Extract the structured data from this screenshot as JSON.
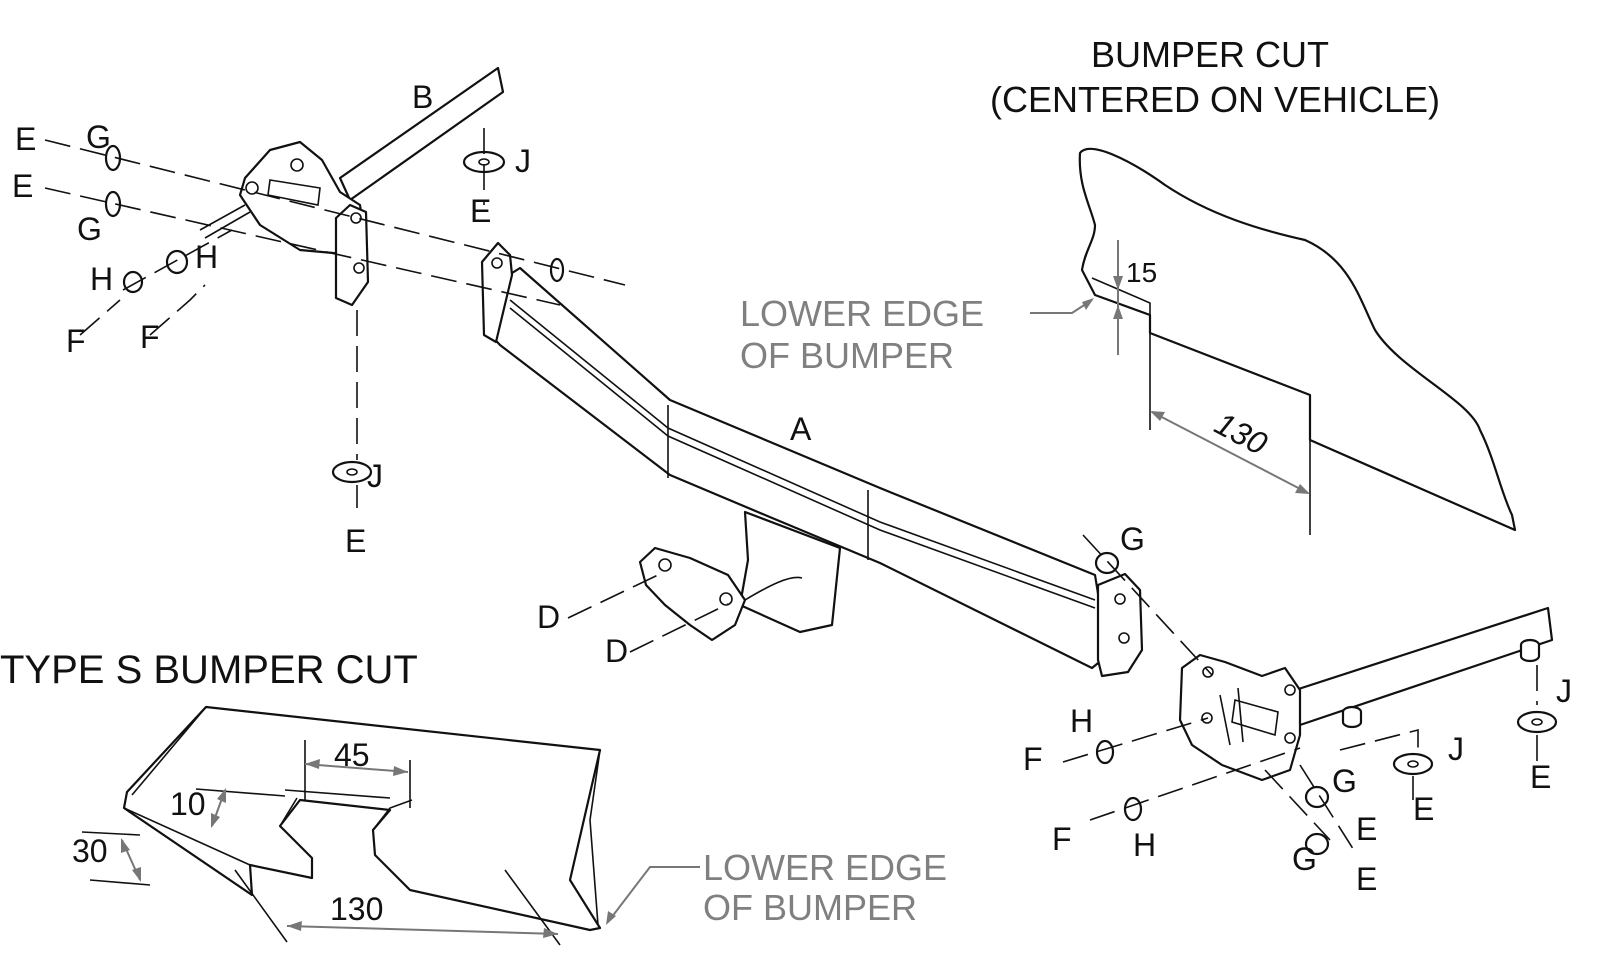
{
  "labels": {
    "A": "A",
    "B": "B",
    "D": "D",
    "E": "E",
    "F": "F",
    "G": "G",
    "H": "H",
    "J": "J"
  },
  "bumper_cut": {
    "title_line1": "BUMPER CUT",
    "title_line2": "(CENTERED ON VEHICLE)",
    "lower_edge_line1": "LOWER EDGE",
    "lower_edge_line2": "OF BUMPER",
    "dim_height": "15",
    "dim_width": "130"
  },
  "type_s_cut": {
    "title": "TYPE S BUMPER CUT",
    "dim_width_top": "45",
    "dim_height_small": "10",
    "dim_height": "30",
    "dim_width": "130",
    "lower_edge_line1": "LOWER EDGE",
    "lower_edge_line2": "OF BUMPER"
  },
  "colors": {
    "ink": "#111111",
    "callout": "#808080"
  }
}
